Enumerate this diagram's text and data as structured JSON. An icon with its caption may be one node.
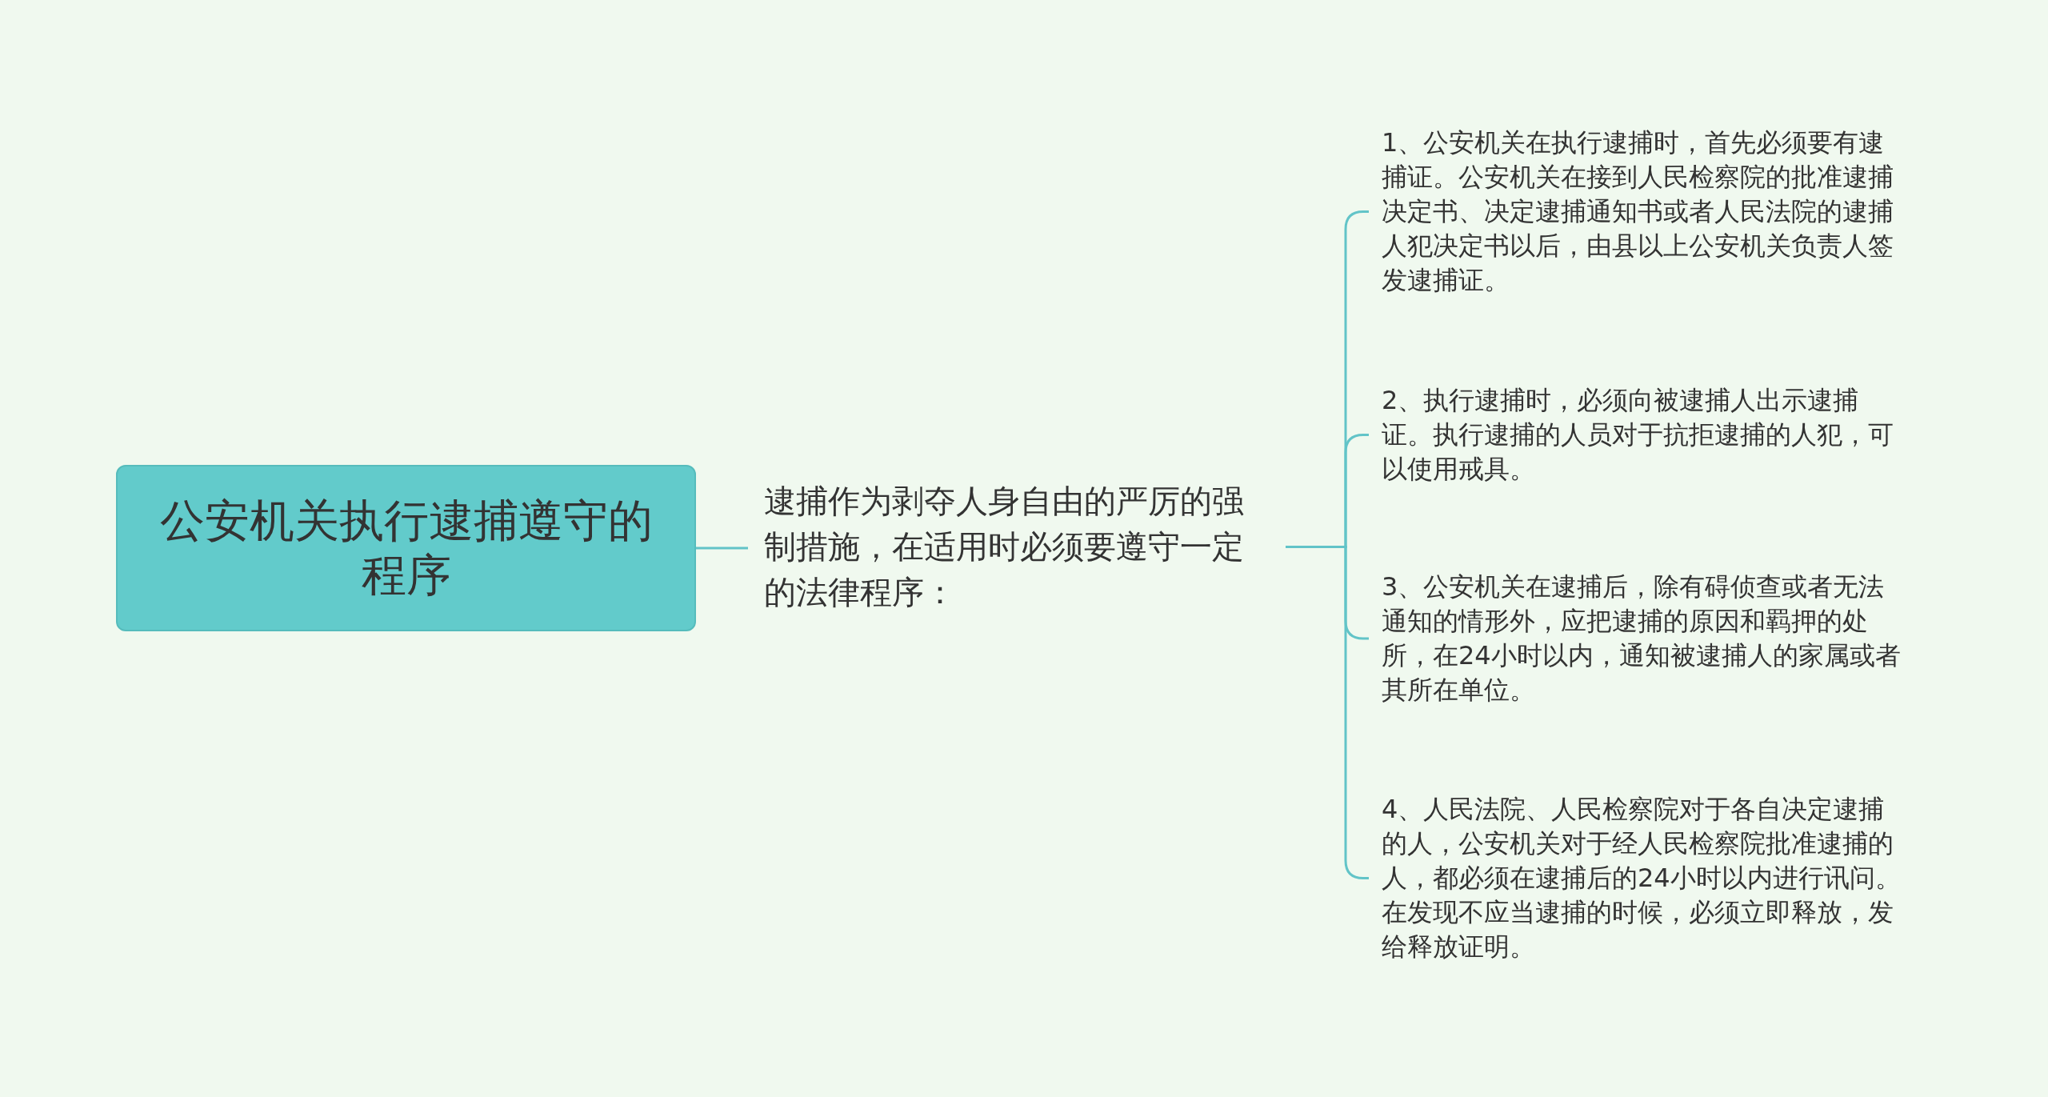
{
  "diagram": {
    "nodes": [
      {
        "text": [
          "公安机关执行逮捕遵守的程序"
        ]
      },
      {
        "text": [
          "逮捕作为剥夺人身自由的严厉的强制措施，在适用时必须要遵守一定的法律程序："
        ]
      },
      {
        "text": [
          "1、公安机关在执行逮捕时，首先必须要有逮捕证。公安机关在接到人民检察院的批准逮捕决定书、决定逮捕通知书或者人民法院的逮捕人犯决定书以后，由县以上公安机关负责人签发逮捕证。"
        ]
      },
      {
        "text": [
          "2、执行逮捕时，必须向被逮捕人出示逮捕证。执行逮捕的人员对于抗拒逮捕的人犯，可以使用戒具。"
        ]
      },
      {
        "text": [
          "3、公安机关在逮捕后，除有碍侦查或者无法通知的情形外，应把逮捕的原因和羁押的处所，在24小时以内，通知被逮捕人的家属或者其所在单位。"
        ]
      },
      {
        "text": [
          "4、人民法院、人民检察院对于各自决定逮捕的人，公安机关对于经人民检察院批准逮捕的人，都必须在逮捕后的24小时以内进行讯问。在发现不应当逮捕的时候，必须立即释放，发给释放证明。"
        ]
      }
    ],
    "edges": [
      {
        "from": 0,
        "to": 1,
        "arrow": "none"
      },
      {
        "from": 1,
        "to": 2,
        "arrow": "none"
      },
      {
        "from": 1,
        "to": 3,
        "arrow": "none"
      },
      {
        "from": 1,
        "to": 4,
        "arrow": "none"
      },
      {
        "from": 1,
        "to": 5,
        "arrow": "none"
      }
    ]
  }
}
